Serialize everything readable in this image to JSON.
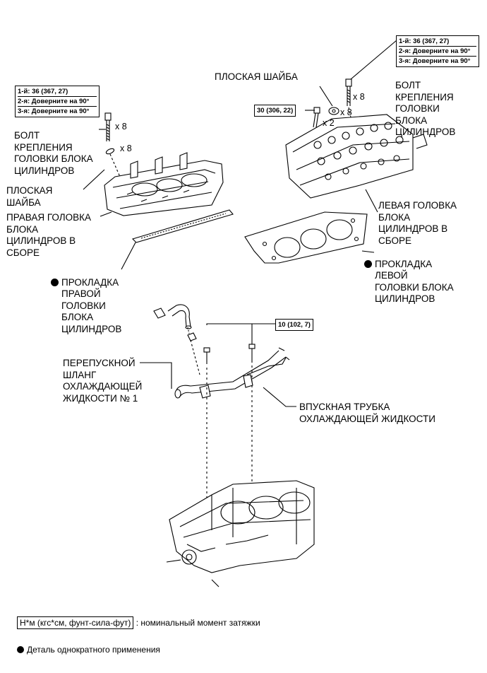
{
  "torque_left_top": {
    "line1": "1-й: 36 (367, 27)",
    "line2": "2-я: Доверните на 90°",
    "line3": "3-я: Доверните на 90°"
  },
  "torque_right_top": {
    "line1": "1-й: 36 (367, 27)",
    "line2": "2-я: Доверните на 90°",
    "line3": "3-я: Доверните на 90°"
  },
  "torque_30": "30 (306, 22)",
  "torque_10": "10 (102, 7)",
  "qty": {
    "right_bolt": "x 8",
    "right_washer": "x 8",
    "left_bolt": "x 8",
    "left_washer": "x 8",
    "bolt_30": "x 2"
  },
  "labels": {
    "right_head_bolt": "БОЛТ\nКРЕПЛЕНИЯ\nГОЛОВКИ БЛОКА\nЦИЛИНДРОВ",
    "right_washer": "ПЛОСКАЯ\nШАЙБА",
    "right_head": "ПРАВАЯ ГОЛОВКА\nБЛОКА\nЦИЛИНДРОВ В\nСБОРЕ",
    "right_gasket": "ПРОКЛАДКА\nПРАВОЙ\nГОЛОВКИ\nБЛОКА\nЦИЛИНДРОВ",
    "left_washer": "ПЛОСКАЯ ШАЙБА",
    "left_head_bolt": "БОЛТ\nКРЕПЛЕНИЯ\nГОЛОВКИ\nБЛОКА\nЦИЛИНДРОВ",
    "left_head": "ЛЕВАЯ ГОЛОВКА\nБЛОКА\nЦИЛИНДРОВ В\nСБОРЕ",
    "left_gasket": "ПРОКЛАДКА\nЛЕВОЙ\nГОЛОВКИ БЛОКА\nЦИЛИНДРОВ",
    "bypass_hose": "ПЕРЕПУСКНОЙ\nШЛАНГ\nОХЛАЖДАЮЩЕЙ\nЖИДКОСТИ № 1",
    "inlet_pipe": "ВПУСКНАЯ ТРУБКА\nОХЛАЖДАЮЩЕЙ ЖИДКОСТИ"
  },
  "legend": {
    "torque_units": "Н*м (кгс*см, фунт-сила-фут)",
    "torque_desc": ": номинальный момент затяжки",
    "single_use": "Деталь однократного применения"
  }
}
